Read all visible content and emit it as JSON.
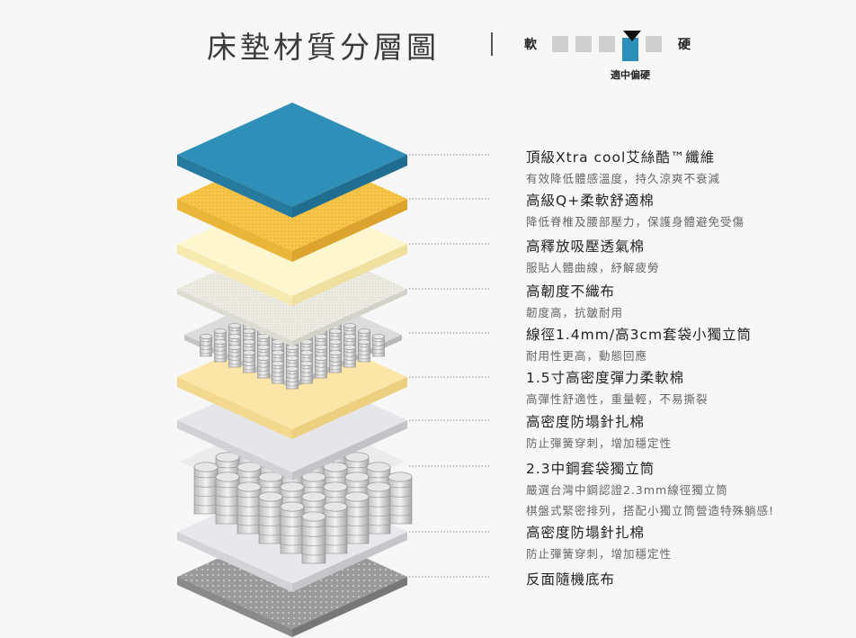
{
  "header": {
    "title": "床墊材質分層圖",
    "soft_label": "軟",
    "hard_label": "硬",
    "firmness_label": "適中偏硬",
    "scale_active_level": 4,
    "scale_total_levels": 5,
    "accent_color": "#2e8fb8"
  },
  "layers": [
    {
      "name": "頂級Xtra cool艾絲酷™纖維",
      "desc": "有效降低體感溫度，持久涼爽不衰減"
    },
    {
      "name": "高級Q+柔軟舒適棉",
      "desc": "降低脊椎及腰部壓力，保護身體避免受傷"
    },
    {
      "name": "高釋放吸壓透氣棉",
      "desc": "服貼人體曲線，紓解疲勞"
    },
    {
      "name": "高韌度不織布",
      "desc": "韌度高，抗皺耐用"
    },
    {
      "name": "線徑1.4mm/高3cm套袋小獨立筒",
      "desc": "耐用性更高，動態回應"
    },
    {
      "name": "1.5寸高密度彈力柔軟棉",
      "desc": "高彈性舒適性，重量輕，不易撕裂"
    },
    {
      "name": "高密度防塌針扎棉",
      "desc": "防止彈簧穿刺，增加穩定性"
    },
    {
      "name": "2.3中鋼套袋獨立筒",
      "desc": "嚴選台灣中鋼認證2.3mm線徑獨立筒",
      "desc2": "棋盤式緊密排列，搭配小獨立筒營造特殊躺感!"
    },
    {
      "name": "高密度防塌針扎棉",
      "desc": "防止彈簧穿刺，增加穩定性"
    },
    {
      "name": "反面隨機底布"
    }
  ]
}
